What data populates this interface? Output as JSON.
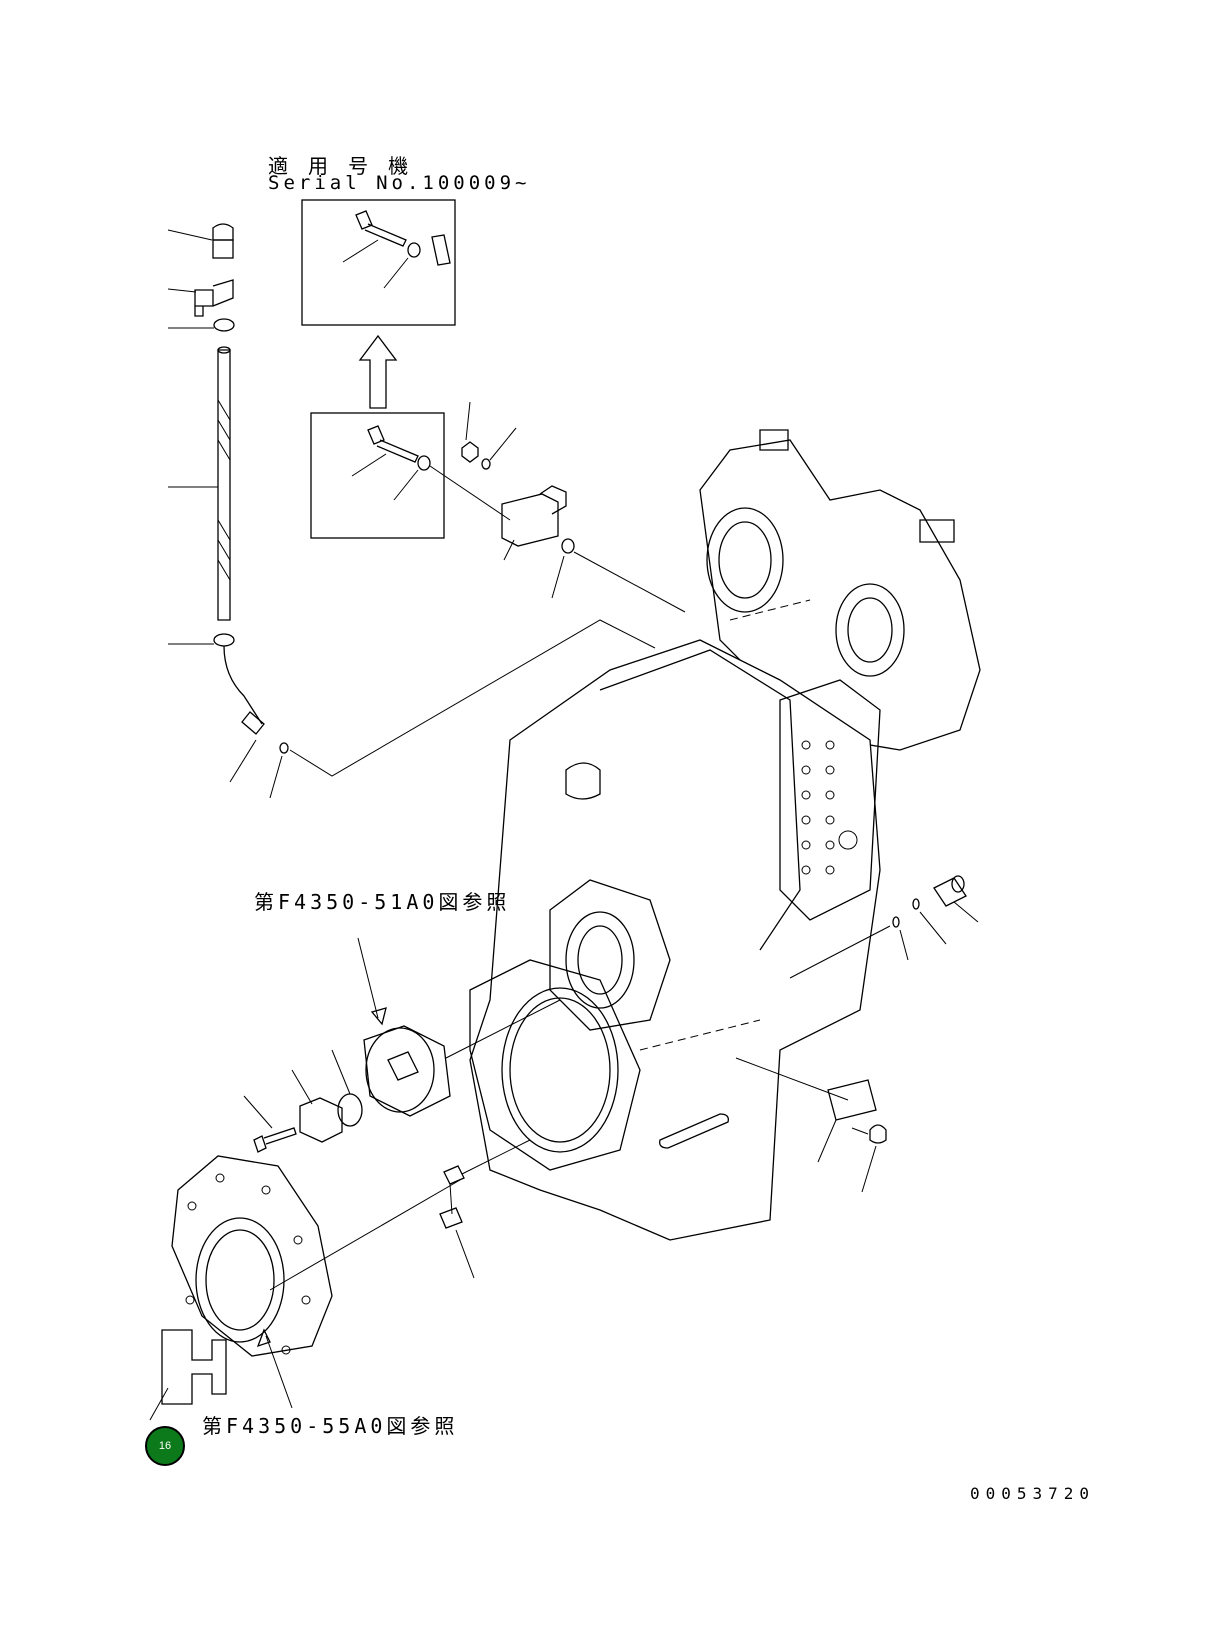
{
  "header": {
    "applicable_models_jp": "適 用 号 機",
    "serial_label": "Serial No.100009~"
  },
  "references": {
    "ref_upper": "第F4350-51A0図参照",
    "ref_lower": "第F4350-55A0図参照"
  },
  "badge": {
    "number": "16",
    "color": "#0c7a1a"
  },
  "drawing_number": "00053720"
}
